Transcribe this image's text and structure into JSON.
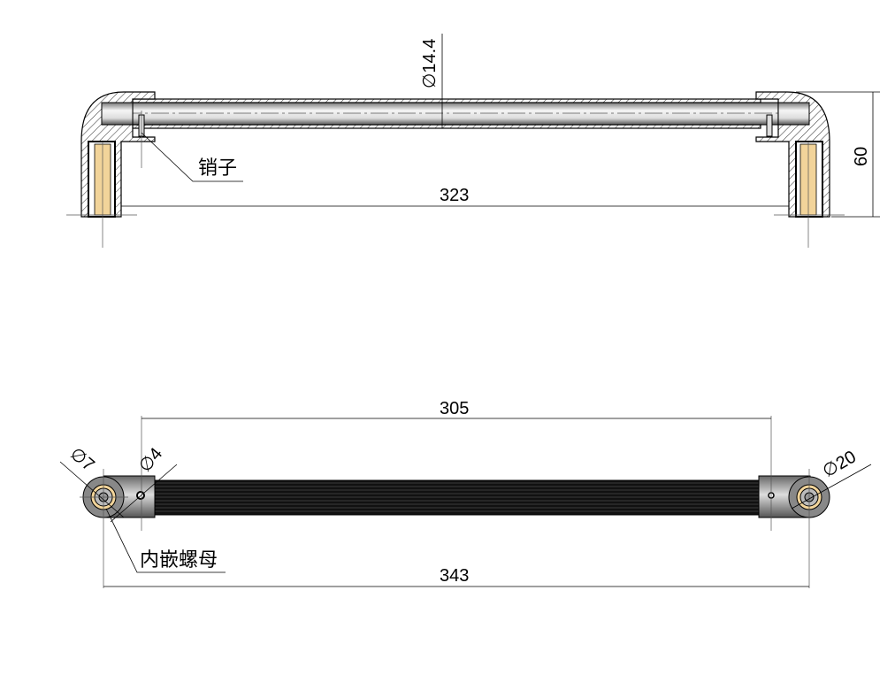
{
  "top_view": {
    "tube_diameter_label": "∅14.4",
    "pin_label": "销子",
    "inner_span_label": "323",
    "height_label": "60"
  },
  "bottom_view": {
    "hole_spacing_label": "305",
    "overall_length_label": "343",
    "left_bore_label": "∅7",
    "pin_hole_label": "∅4",
    "end_diameter_label": "∅20",
    "insert_nut_label": "内嵌螺母"
  },
  "colors": {
    "brass": "#f2d49a",
    "tube_black": "#111111",
    "cap_grey": "#8a8a8a"
  }
}
